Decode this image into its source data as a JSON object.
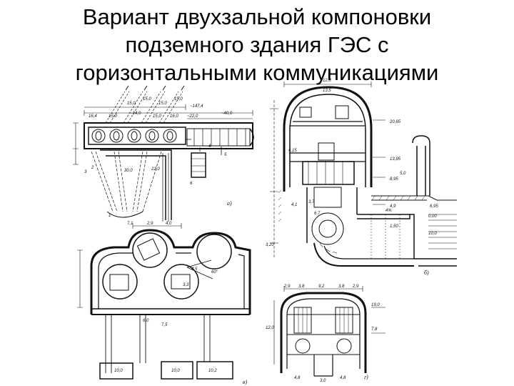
{
  "slide": {
    "title_lines": [
      "Вариант двухзальной компоновки",
      "подземного здания ГЭС с",
      "горизонтальными коммуникациями"
    ]
  },
  "drawing": {
    "figure_labels": {
      "a": "а)",
      "b": "б)",
      "v": "в)",
      "g": "г)"
    },
    "plan_top": {
      "dims": [
        "16,4",
        "15,0",
        "~14,0",
        "15,0",
        "16,0",
        "~147,4",
        "~22,0",
        "~40,0",
        "30,0",
        "22,0",
        "15,0",
        "15,0",
        "15,0",
        "15,0"
      ],
      "numbers": [
        "1",
        "2",
        "3",
        "4",
        "5",
        "6"
      ]
    },
    "section_right": {
      "dims": [
        "12,0",
        "13,5",
        "4,15",
        "4,1",
        "6,7",
        "3,7",
        "5,0",
        "10,0"
      ],
      "levels": [
        "20,65",
        "13,95",
        "8,95",
        "6,95",
        "4,9",
        "1,50",
        "3,20",
        "0,00"
      ],
      "slope": "4%"
    },
    "plan_bottom": {
      "dims": [
        "7,1",
        "2,9",
        "4,0",
        "60°",
        "4,5",
        "6,0",
        "7,5",
        "10,0",
        "10,0",
        "10,2",
        "3,3"
      ]
    },
    "section_small": {
      "dims": [
        "2,9",
        "3,8",
        "9,2",
        "3,8",
        "2,9",
        "12,0",
        "19,0",
        "7,8",
        "4,8",
        "3,0",
        "4,8"
      ]
    }
  }
}
